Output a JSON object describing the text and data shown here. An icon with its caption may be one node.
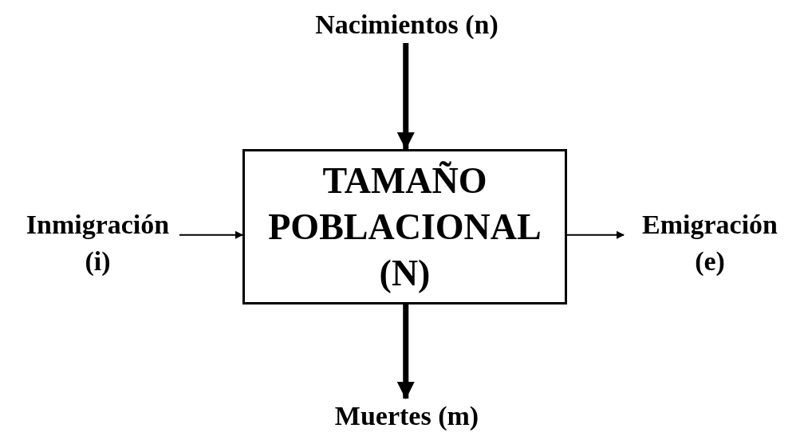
{
  "diagram": {
    "nodes": [
      {
        "text": [
          "TAMAÑO POBLACIONAL (N)"
        ]
      },
      {
        "text": [
          "Nacimientos (n)"
        ]
      },
      {
        "text": [
          "Inmigración (i)"
        ]
      },
      {
        "text": [
          "Emigración (e)"
        ]
      },
      {
        "text": [
          "Muertes (m)"
        ]
      }
    ],
    "edges": [
      {
        "from": 1,
        "to": 0,
        "arrow": "to",
        "style": "thick"
      },
      {
        "from": 2,
        "to": 0,
        "arrow": "to"
      },
      {
        "from": 0,
        "to": 3,
        "arrow": "to"
      },
      {
        "from": 0,
        "to": 4,
        "arrow": "to",
        "style": "thick"
      }
    ]
  }
}
